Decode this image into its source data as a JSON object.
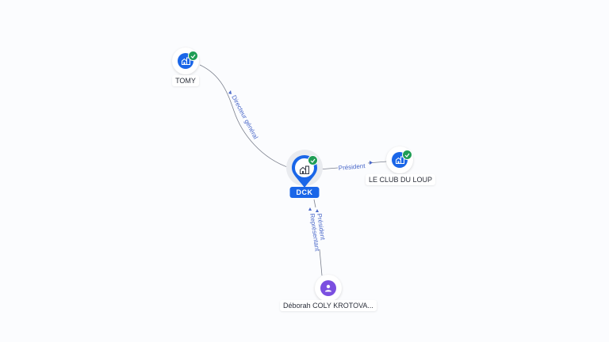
{
  "graph": {
    "colors": {
      "company": "#1a66e8",
      "person": "#7b4fe0",
      "verified": "#1f9d55",
      "edge": "#7a7f8c",
      "edge_label": "#4a68c9",
      "background": "#fbfcfe"
    },
    "central_node": {
      "label": "DCK",
      "type": "company",
      "icon": "building-icon",
      "verified": true
    },
    "nodes": [
      {
        "id": "tomy",
        "label": "TOMY",
        "type": "company",
        "icon": "building-icon",
        "verified": true
      },
      {
        "id": "club",
        "label": "LE CLUB DU LOUP",
        "type": "company",
        "icon": "building-icon",
        "verified": true
      },
      {
        "id": "deborah",
        "label": "Déborah COLY KROTOVA...",
        "type": "person",
        "icon": "person-icon",
        "verified": false
      }
    ],
    "edges": [
      {
        "from": "tomy",
        "to": "DCK",
        "label": "Directeur général"
      },
      {
        "from": "DCK",
        "to": "club",
        "label": "Président"
      },
      {
        "from": "deborah",
        "to": "DCK",
        "label_1": "Président",
        "label_2": "Représentant"
      }
    ]
  }
}
